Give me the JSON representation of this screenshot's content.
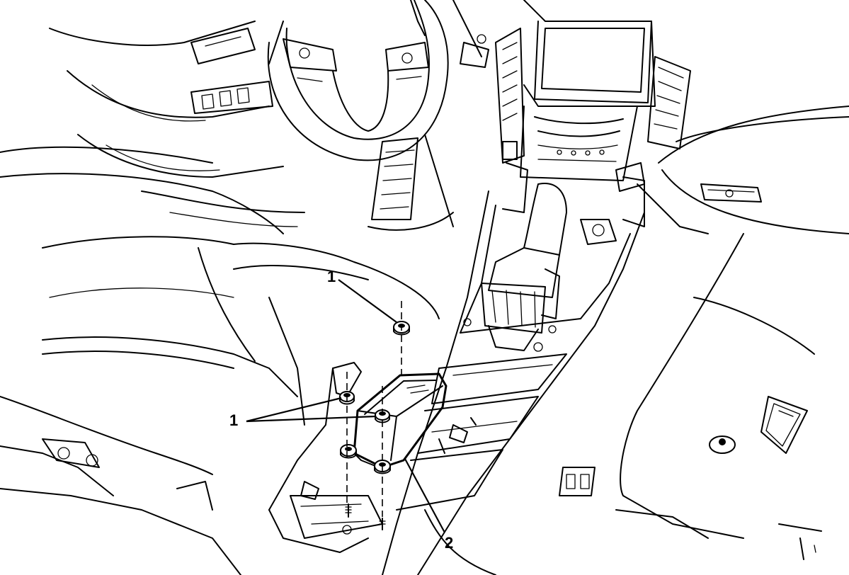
{
  "callouts": [
    {
      "id": "1",
      "label": "1"
    },
    {
      "id": "1b",
      "label": "1"
    },
    {
      "id": "2",
      "label": "2"
    }
  ]
}
